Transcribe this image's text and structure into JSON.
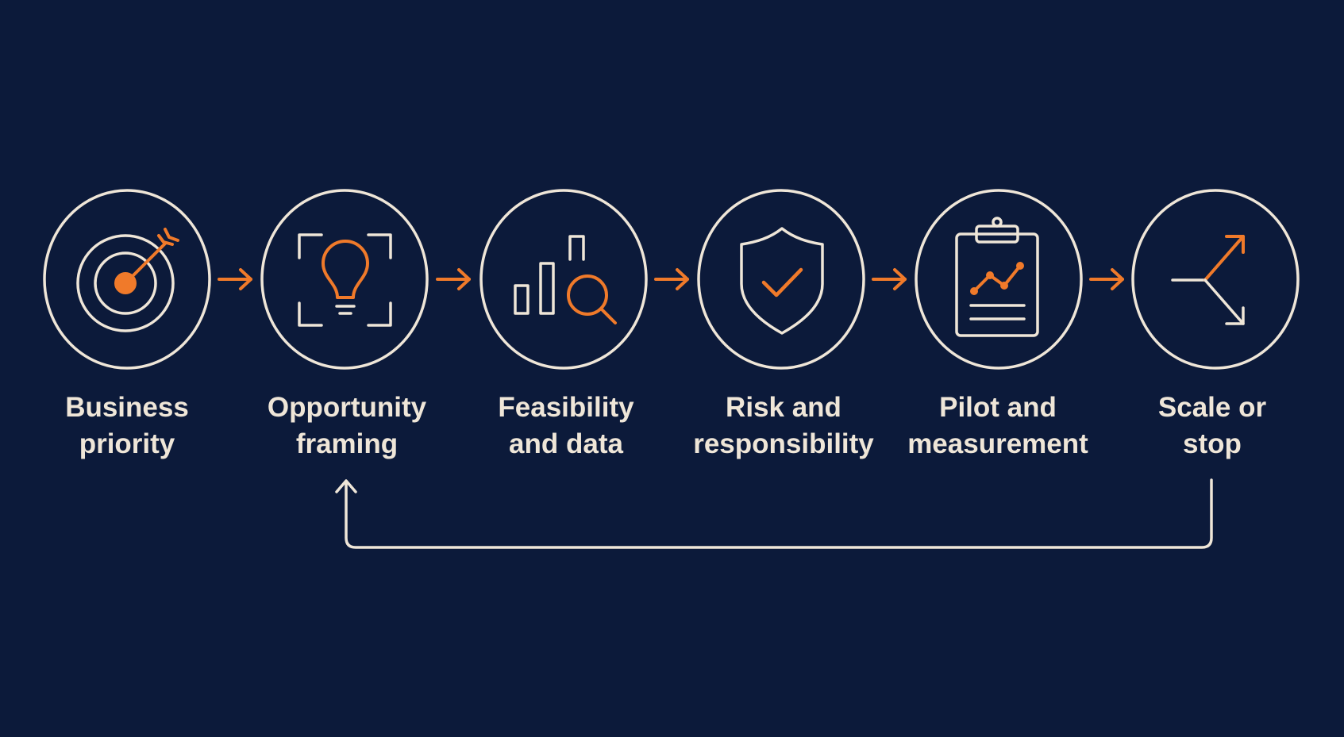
{
  "colors": {
    "background": "#0c1a3a",
    "outline": "#efe6d8",
    "accent": "#f07a2a"
  },
  "steps": [
    {
      "icon": "target-arrow-icon",
      "label_line1": "Business",
      "label_line2": "priority"
    },
    {
      "icon": "lightbulb-icon",
      "label_line1": "Opportunity",
      "label_line2": "framing"
    },
    {
      "icon": "chart-magnifier-icon",
      "label_line1": "Feasibility",
      "label_line2": "and data"
    },
    {
      "icon": "shield-check-icon",
      "label_line1": "Risk and",
      "label_line2": "responsibility"
    },
    {
      "icon": "clipboard-chart-icon",
      "label_line1": "Pilot and",
      "label_line2": "measurement"
    },
    {
      "icon": "split-arrows-icon",
      "label_line1": "Scale or",
      "label_line2": "stop"
    }
  ],
  "loop_back": {
    "from_step": 6,
    "to_step": 2
  }
}
